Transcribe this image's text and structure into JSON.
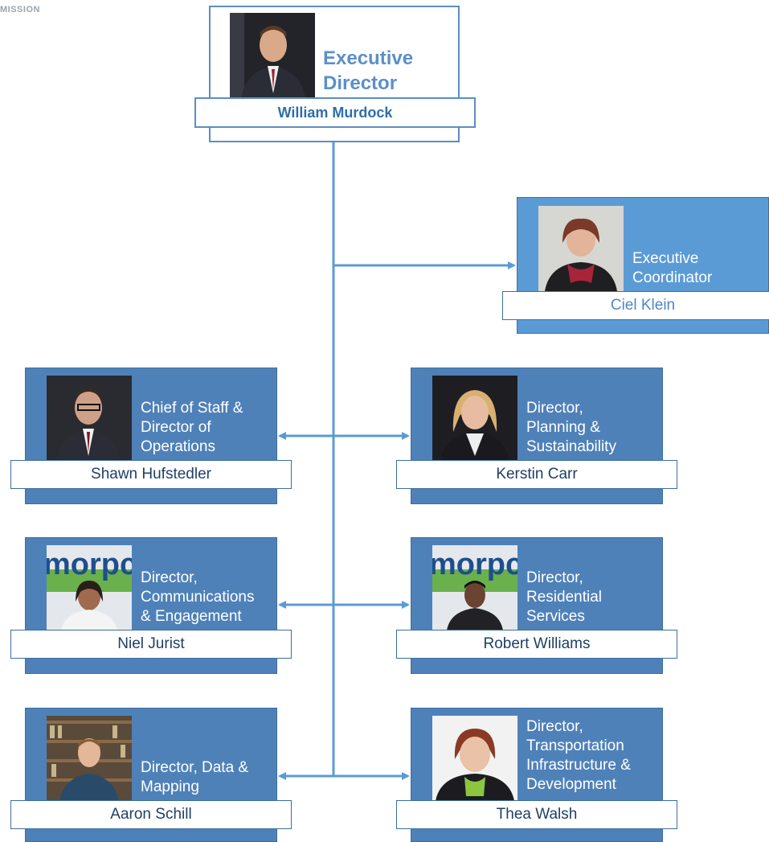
{
  "org_label": "MISSION",
  "colors": {
    "card": "#4f81b9",
    "coordinator_card": "#5b9bd5",
    "line": "#5b9bd5",
    "exec_title": "#5b8fc9"
  },
  "executive": {
    "title": "Executive Director",
    "name": "William Murdock"
  },
  "coordinator": {
    "title_line1": "Executive",
    "title_line2": "Coordinator",
    "name": "Ciel Klein"
  },
  "directors": [
    {
      "lines": [
        "Chief of Staff &",
        "Director of",
        "Operations"
      ],
      "name": "Shawn Hufstedler"
    },
    {
      "lines": [
        "Director,",
        "Planning &",
        "Sustainability"
      ],
      "name": "Kerstin Carr"
    },
    {
      "lines": [
        "Director,",
        "Communications",
        "& Engagement"
      ],
      "name": "Niel Jurist"
    },
    {
      "lines": [
        "Director,",
        "Residential",
        "Services"
      ],
      "name": "Robert Williams"
    },
    {
      "lines": [
        "Director, Data &",
        "Mapping"
      ],
      "name": "Aaron Schill"
    },
    {
      "lines": [
        "Director,",
        "Transportation",
        "Infrastructure &",
        "Development"
      ],
      "name": "Thea Walsh"
    }
  ],
  "photo_logo_text": "morpc"
}
